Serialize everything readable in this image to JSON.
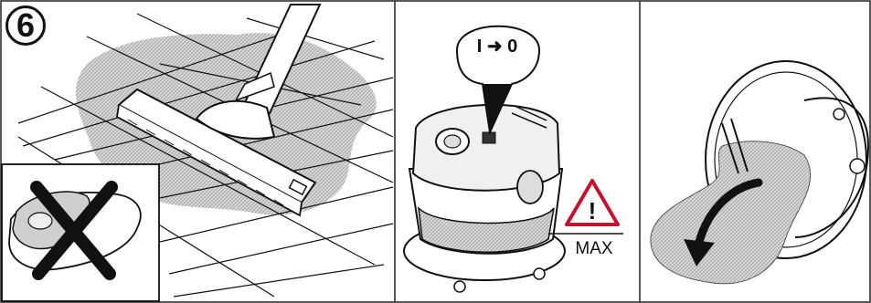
{
  "step": {
    "number": "6"
  },
  "panel2": {
    "switch_label_from": "I",
    "switch_label_to": "0",
    "warning_symbol": "!",
    "max_label": "MAX"
  },
  "icons": {
    "nozzle": "floor-nozzle-icon",
    "crossed": "do-not-use-icon",
    "warning": "warning-triangle-icon",
    "arrow": "curved-arrow-icon"
  }
}
